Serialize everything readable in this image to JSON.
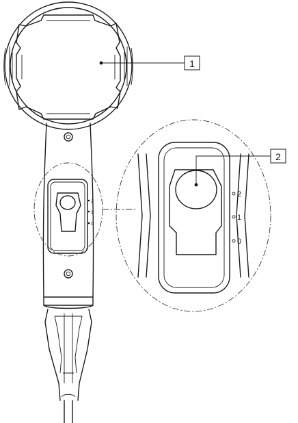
{
  "callouts": [
    {
      "label": "1",
      "target": "diffuser-ring"
    },
    {
      "label": "2",
      "target": "heat-setting-switch"
    }
  ],
  "switch_positions": [
    "2",
    "1",
    "0"
  ]
}
